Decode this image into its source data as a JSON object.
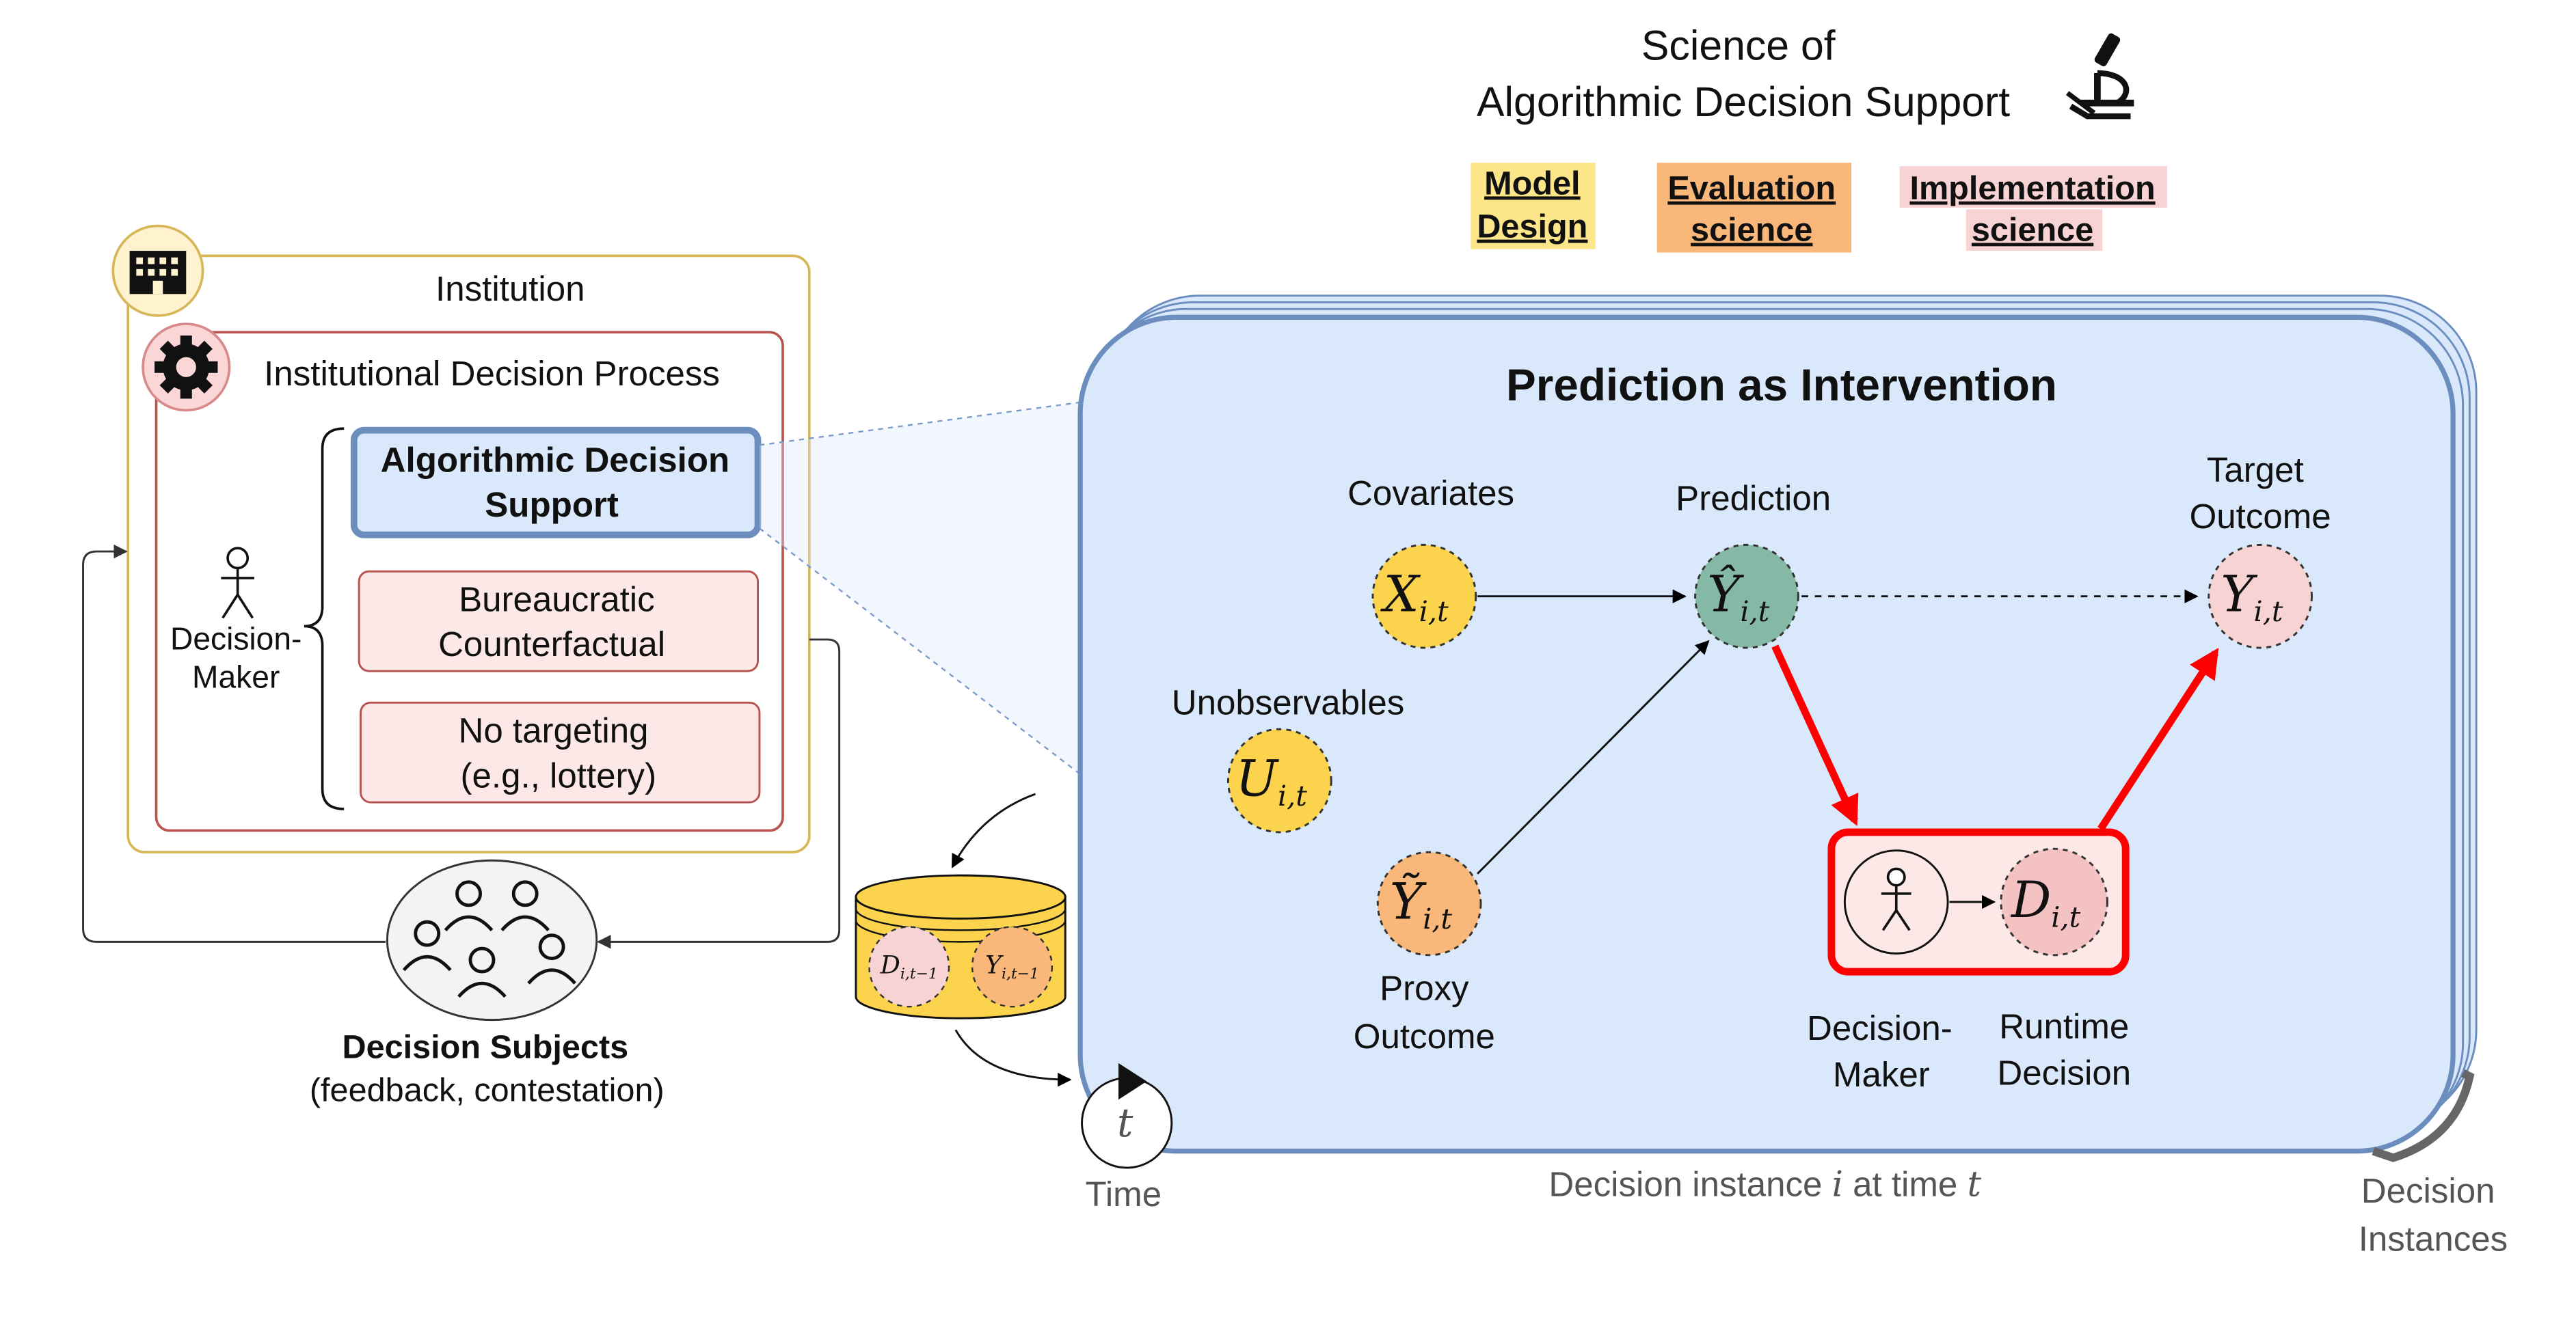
{
  "header": {
    "title_line1": "Science of",
    "title_line2": "Algorithmic Decision Support",
    "icon": "microscope-icon"
  },
  "tags": [
    {
      "line1": "Model",
      "line2": "Design",
      "color": "#fde68a"
    },
    {
      "line1": "Evaluation",
      "line2": "science",
      "color": "#f9b77a"
    },
    {
      "line1": "Implementation",
      "line2": "science",
      "color": "#f8d3d3"
    }
  ],
  "institution": {
    "label": "Institution",
    "icon": "building-icon",
    "process_label": "Institutional Decision Process",
    "process_icon": "gear-icon",
    "decision_maker_line1": "Decision-",
    "decision_maker_line2": "Maker",
    "options": [
      {
        "line1": "Algorithmic Decision",
        "line2": "Support"
      },
      {
        "line1": "Bureaucratic",
        "line2": "Counterfactual"
      },
      {
        "line1": "No targeting",
        "line2": "(e.g., lottery)"
      }
    ]
  },
  "subjects": {
    "title": "Decision Subjects",
    "subtitle": "(feedback, contestation)",
    "icon": "people-group-icon"
  },
  "database": {
    "d_label": "D",
    "d_sub": "i,t−1",
    "y_label": "Y",
    "y_sub": "i,t−1",
    "icon": "database-icon"
  },
  "time": {
    "symbol": "t",
    "label": "Time"
  },
  "panel": {
    "title": "Prediction as Intervention",
    "caption_prefix": "Decision instance ",
    "caption_i": "i",
    "caption_mid": " at time ",
    "caption_t": "t",
    "stack_label_line1": "Decision",
    "stack_label_line2": "Instances",
    "nodes": {
      "covariates": {
        "label": "Covariates",
        "symbol": "X",
        "sub": "i,t",
        "color": "#fcd34d"
      },
      "prediction": {
        "label": "Prediction",
        "symbol": "Ŷ",
        "sub": "i,t",
        "color": "#86b9a5"
      },
      "target": {
        "label_line1": "Target",
        "label_line2": "Outcome",
        "symbol": "Y",
        "sub": "i,t",
        "color": "#f8d3d3"
      },
      "unobservables": {
        "label": "Unobservables",
        "symbol": "U",
        "sub": "i,t",
        "color": "#fcd34d"
      },
      "proxy": {
        "label_line1": "Proxy",
        "label_line2": "Outcome",
        "symbol": "Ỹ",
        "sub": "i,t",
        "color": "#f9b77a"
      },
      "decision_maker": {
        "label_line1": "Decision-",
        "label_line2": "Maker"
      },
      "runtime": {
        "label_line1": "Runtime",
        "label_line2": "Decision",
        "symbol": "D",
        "sub": "i,t",
        "color": "#f4c2c2"
      }
    }
  },
  "colors": {
    "panel_fill": "#dae8fc",
    "panel_stroke": "#6c8ebf",
    "institution_stroke": "#d6b656",
    "process_stroke": "#b85450",
    "highlight": "#ff0000",
    "option_fill": "#fde8e8"
  }
}
